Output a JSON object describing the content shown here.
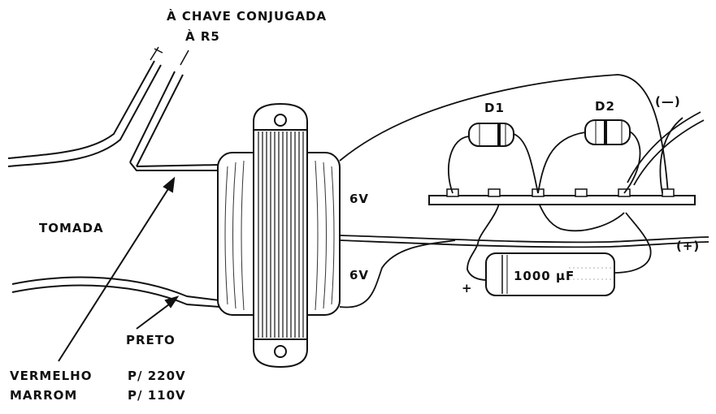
{
  "labels": {
    "chave_line1": "À  CHAVE CONJUGADA",
    "chave_line2": "À R5",
    "tomada": "TOMADA",
    "preto": "PRETO",
    "vermelho": "VERMELHO",
    "marrom": "MARROM",
    "p220": "P/ 220V",
    "p110": "P/ 110V",
    "v6_top": "6V",
    "v6_bottom": "6V",
    "d1": "D1",
    "d2": "D2",
    "minus": "(—)",
    "plus_out": "(+)",
    "cap_plus": "+",
    "capacitor": "1000 µF"
  }
}
